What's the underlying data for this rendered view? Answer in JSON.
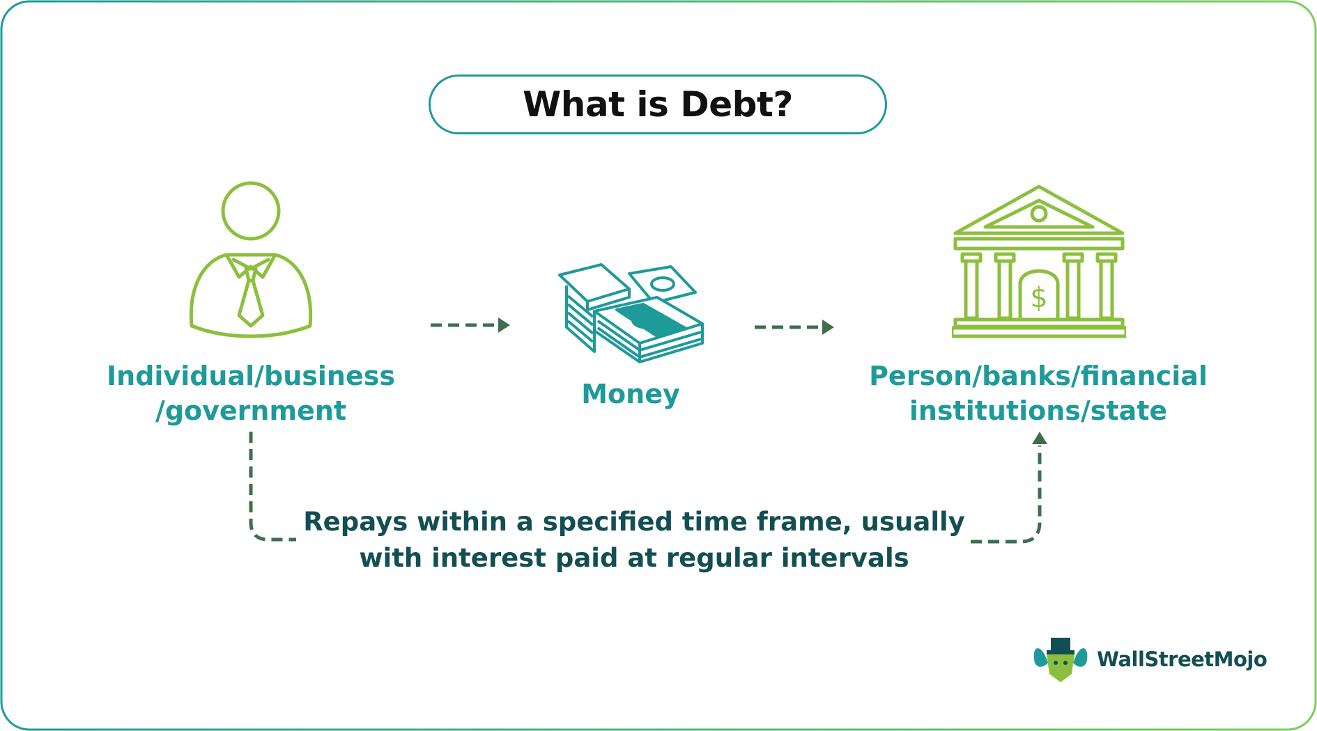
{
  "title": "What is Debt?",
  "borrower": {
    "line1": "Individual/business",
    "line2": "/government",
    "icon": "businessman-icon"
  },
  "money": {
    "label": "Money",
    "icon": "cash-stack-icon"
  },
  "lender": {
    "line1": "Person/banks/financial",
    "line2": "institutions/state",
    "icon": "bank-icon"
  },
  "repayment": {
    "line1": "Repays within a specified time frame, usually",
    "line2": "with interest paid at regular intervals"
  },
  "brand": {
    "name": "WallStreetMojo",
    "icon": "wallstreetmojo-logo-icon"
  },
  "colors": {
    "teal": "#1e9a9a",
    "green": "#8dbf3f",
    "dark_teal": "#124e52",
    "arrow": "#3e6e4e"
  }
}
